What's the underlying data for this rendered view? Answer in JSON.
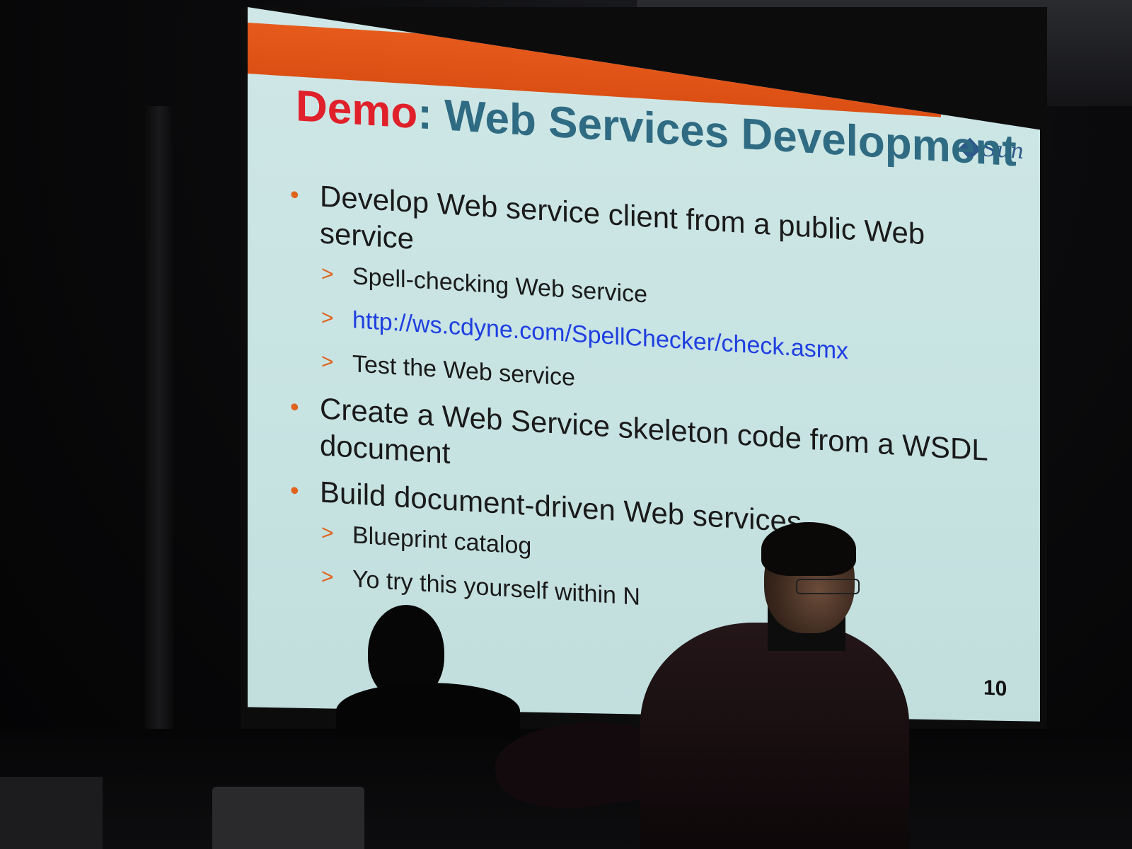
{
  "slide": {
    "title_highlight": "Demo",
    "title_rest": ": Web Services Development",
    "logo_text": "Sun",
    "bullets": [
      {
        "text": "Develop Web service client from a public Web service",
        "subs": [
          "Spell-checking Web service",
          "http://ws.cdyne.com/SpellChecker/check.asmx",
          "Test the Web service"
        ]
      },
      {
        "text": "Create a Web Service skeleton code from a WSDL document",
        "subs": []
      },
      {
        "text": "Build document-driven Web services",
        "subs": [
          "Blueprint catalog",
          "Yo    try this yourself within N"
        ]
      }
    ],
    "page_number": "10"
  },
  "colors": {
    "title": "#2f6b82",
    "demo": "#e0202a",
    "accent_bar": "#e65a1c",
    "bullet_marker": "#e0641e",
    "link": "#1f3fe0",
    "screen": "#c7e3e2"
  }
}
